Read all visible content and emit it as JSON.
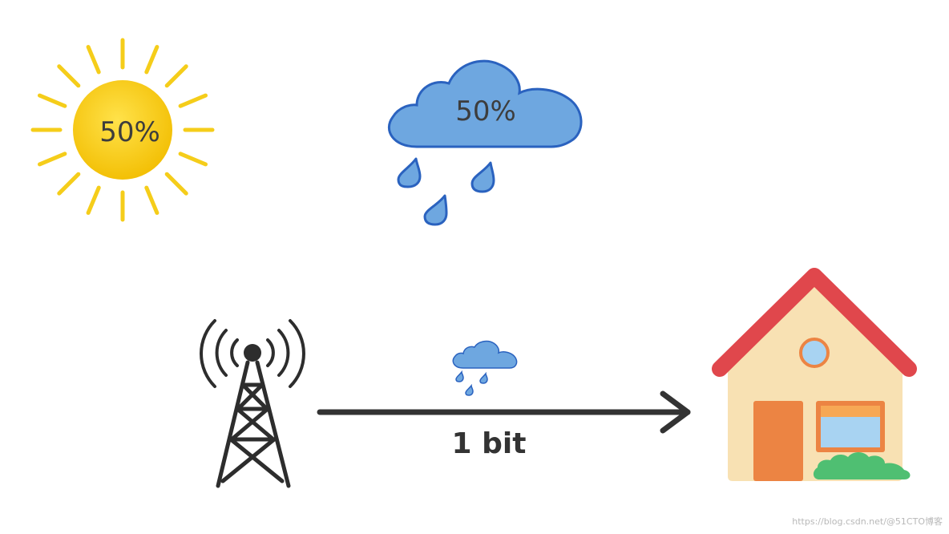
{
  "sun": {
    "label": "50%"
  },
  "cloud": {
    "label": "50%"
  },
  "transmission": {
    "label": "1 bit"
  },
  "watermark": {
    "text": "https://blog.csdn.net/@51CTO博客"
  },
  "colors": {
    "sun": "#f7c600",
    "sun_ray": "#f5cd1a",
    "cloud": "#6ea7e0",
    "cloud_stroke": "#2a62bf",
    "roof": "#e0474c",
    "wall": "#f8e1b3",
    "door": "#ec8443",
    "window": "#a8d3f2",
    "bush": "#4fbf72",
    "tower": "#2d2d2d"
  }
}
